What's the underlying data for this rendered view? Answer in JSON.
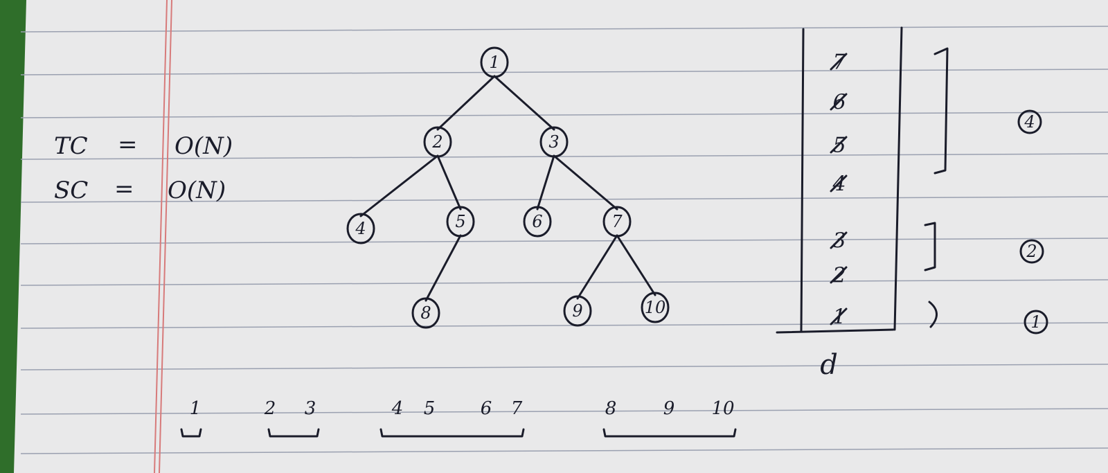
{
  "notes": {
    "tc_label": "TC",
    "tc_eq": "=",
    "tc_value": "O(N)",
    "sc_label": "SC",
    "sc_eq": "=",
    "sc_value": "O(N)"
  },
  "tree": {
    "nodes": [
      "1",
      "2",
      "3",
      "4",
      "5",
      "6",
      "7",
      "8",
      "9",
      "10"
    ]
  },
  "stack": {
    "items": [
      "7",
      "6",
      "5",
      "4",
      "3",
      "2",
      "1"
    ],
    "bottom_label": "d"
  },
  "stack_marks": [
    "4",
    "2",
    "1"
  ],
  "levels": [
    [
      "1"
    ],
    [
      "2",
      "3"
    ],
    [
      "4",
      "5",
      "6",
      "7"
    ],
    [
      "8",
      "9",
      "10"
    ]
  ]
}
